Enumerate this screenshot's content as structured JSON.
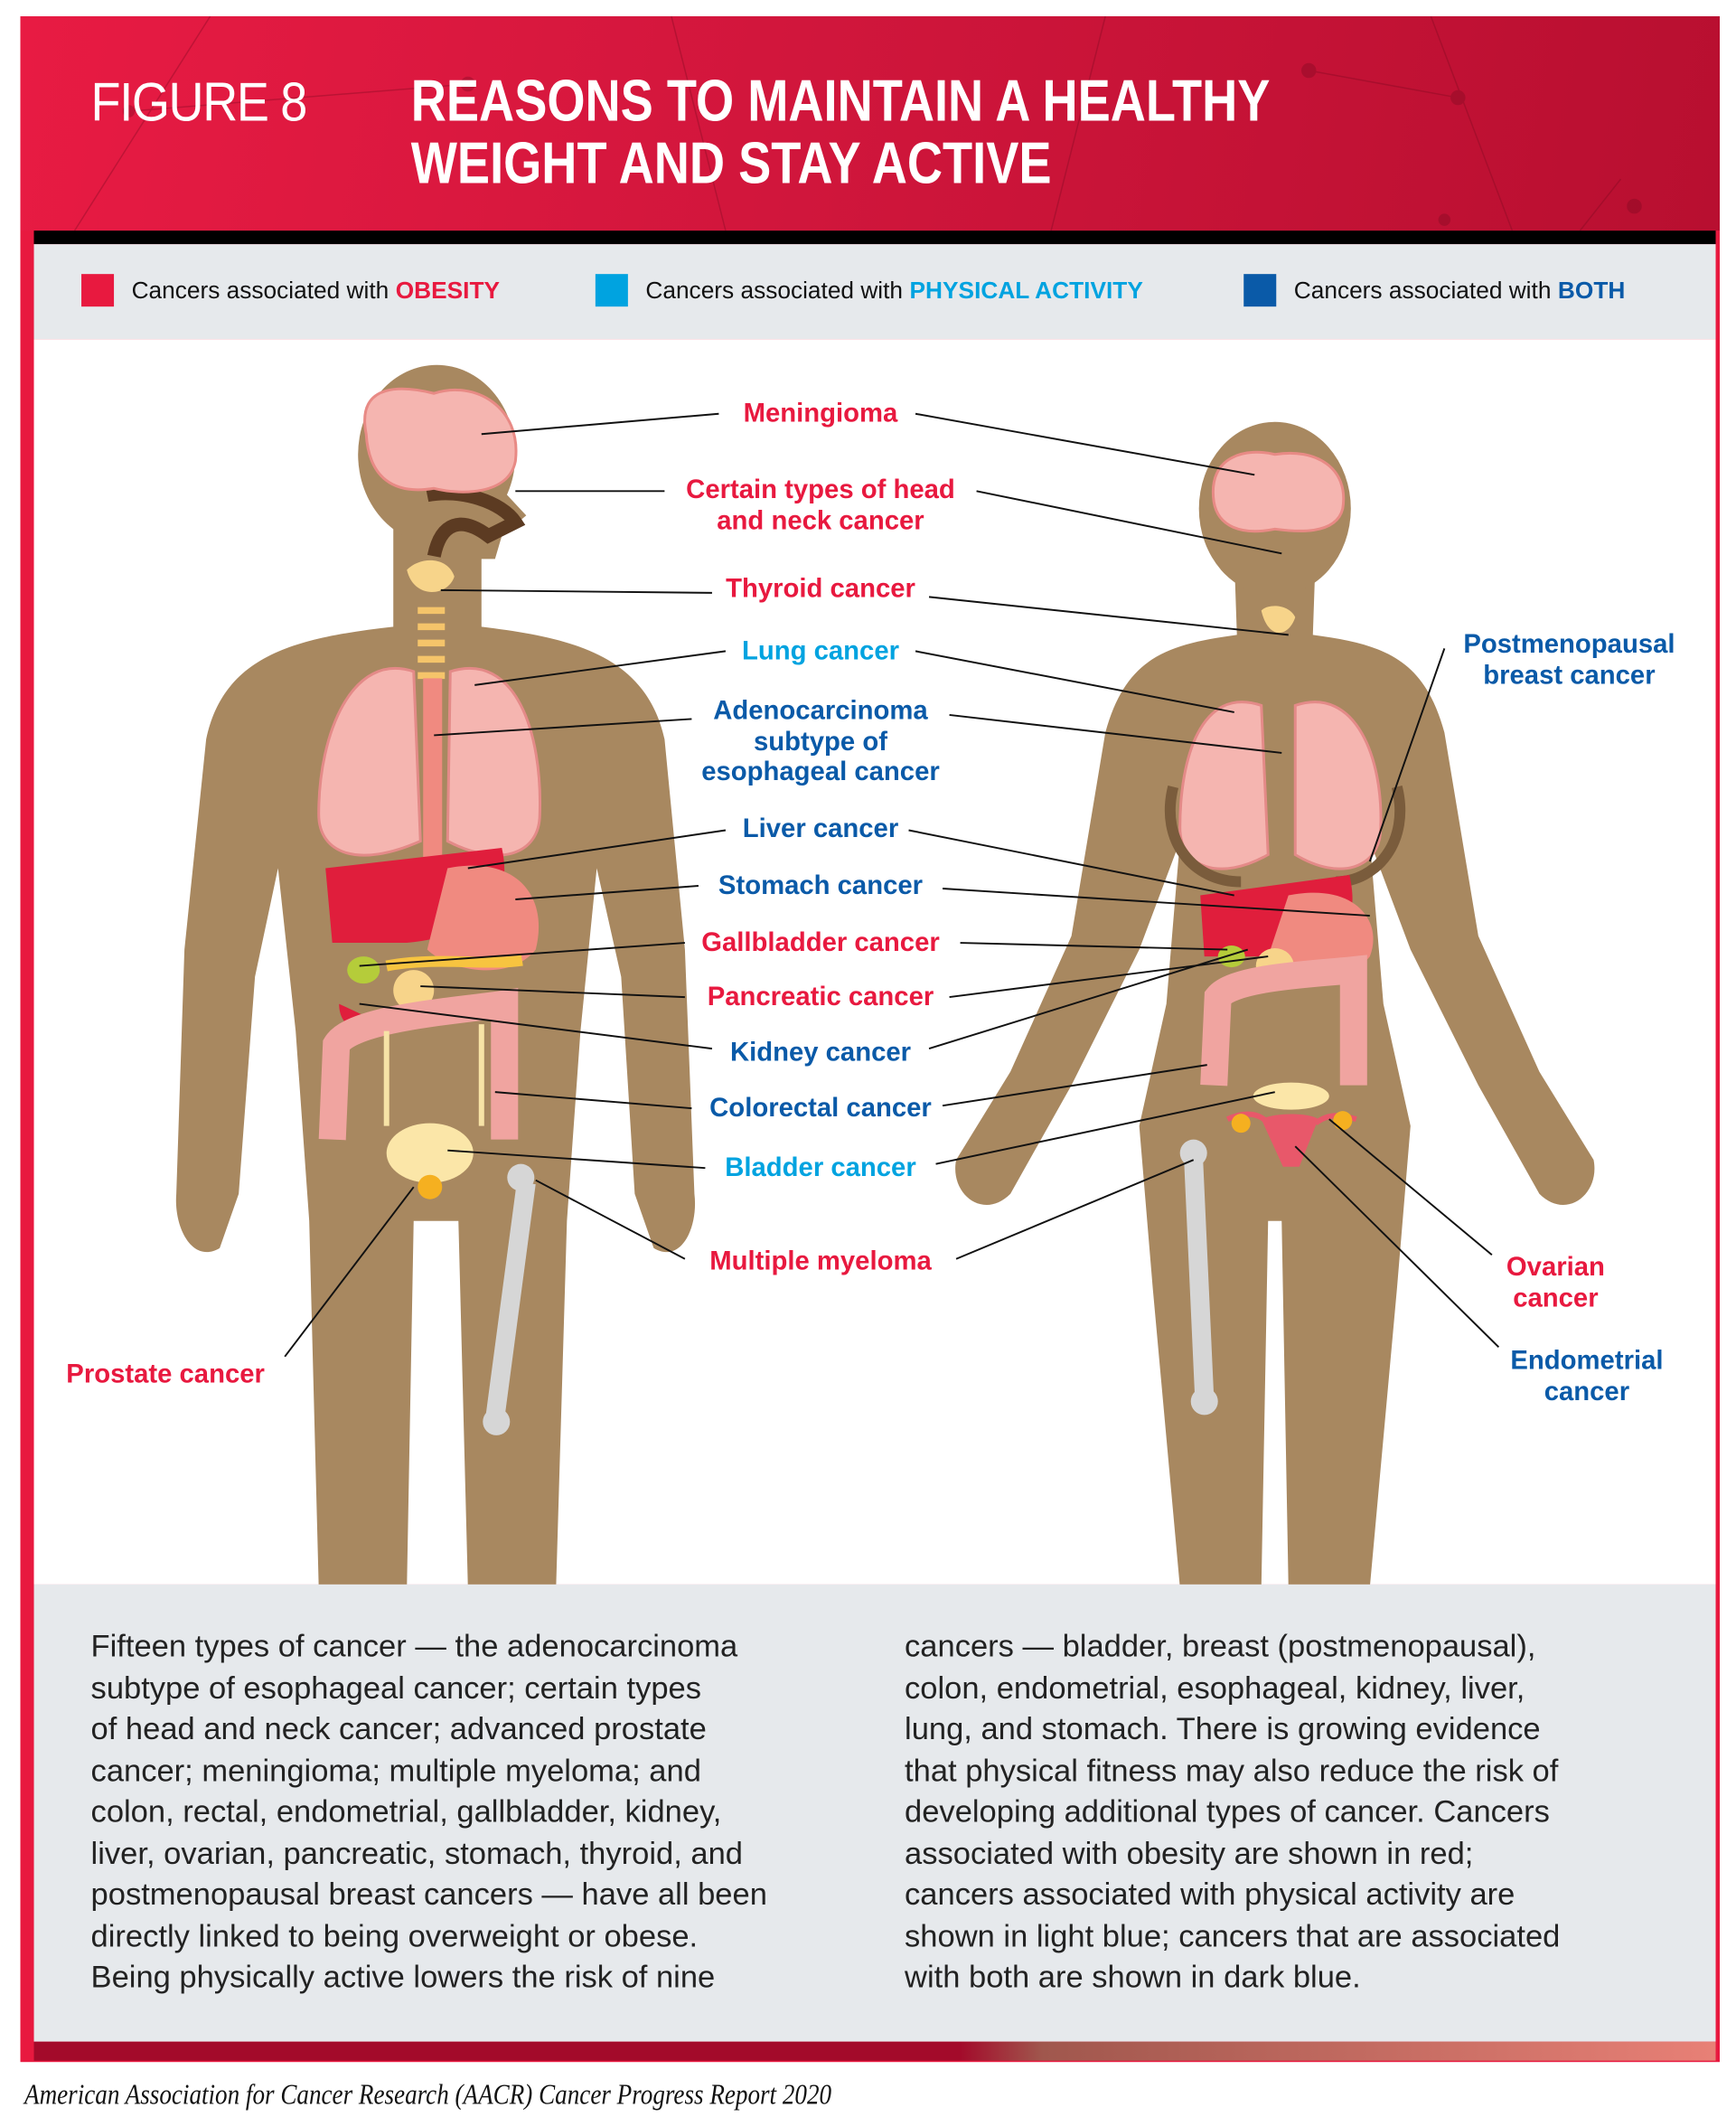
{
  "header": {
    "figure_label": "FIGURE 8",
    "title_line1": "REASONS TO MAINTAIN A HEALTHY",
    "title_line2": "WEIGHT AND STAY ACTIVE"
  },
  "legend": [
    {
      "prefix": "Cancers associated with",
      "emphasis": "OBESITY",
      "color": "#e8193f"
    },
    {
      "prefix": "Cancers associated with",
      "emphasis": "PHYSICAL ACTIVITY",
      "color": "#00a3e0"
    },
    {
      "prefix": "Cancers associated with",
      "emphasis": "BOTH",
      "color": "#0a5aa8"
    }
  ],
  "labels": {
    "meningioma": "Meningioma",
    "head_neck_1": "Certain types of head",
    "head_neck_2": "and neck cancer",
    "thyroid": "Thyroid cancer",
    "lung": "Lung cancer",
    "adeno_1": "Adenocarcinoma",
    "adeno_2": "subtype of",
    "adeno_3": "esophageal cancer",
    "liver": "Liver cancer",
    "stomach": "Stomach cancer",
    "gallbladder": "Gallbladder cancer",
    "pancreatic": "Pancreatic cancer",
    "kidney": "Kidney cancer",
    "colorectal": "Colorectal cancer",
    "bladder": "Bladder cancer",
    "myeloma": "Multiple myeloma",
    "prostate": "Prostate cancer",
    "breast_1": "Postmenopausal",
    "breast_2": "breast cancer",
    "ovarian_1": "Ovarian",
    "ovarian_2": "cancer",
    "endometrial_1": "Endometrial",
    "endometrial_2": "cancer"
  },
  "body_text": {
    "left": [
      "Fifteen types of cancer — the adenocarcinoma",
      "subtype of esophageal cancer; certain types",
      "of head and neck cancer; advanced prostate",
      "cancer; meningioma; multiple myeloma; and",
      "colon, rectal, endometrial, gallbladder, kidney,",
      "liver, ovarian, pancreatic, stomach, thyroid, and",
      "postmenopausal breast cancers — have all been",
      "directly linked to being overweight or obese.",
      "Being physically active lowers the risk of nine"
    ],
    "right": [
      "cancers — bladder, breast (postmenopausal),",
      "colon, endometrial, esophageal, kidney, liver,",
      "lung, and stomach. There is growing evidence",
      "that physical fitness may also reduce the risk of",
      "developing additional types of cancer. Cancers",
      "associated with obesity are shown in red;",
      "cancers associated with physical activity are",
      "shown in light blue; cancers that are associated",
      "with both are shown in dark blue."
    ]
  },
  "caption": "American Association for Cancer Research (AACR) Cancer Progress Report 2020"
}
